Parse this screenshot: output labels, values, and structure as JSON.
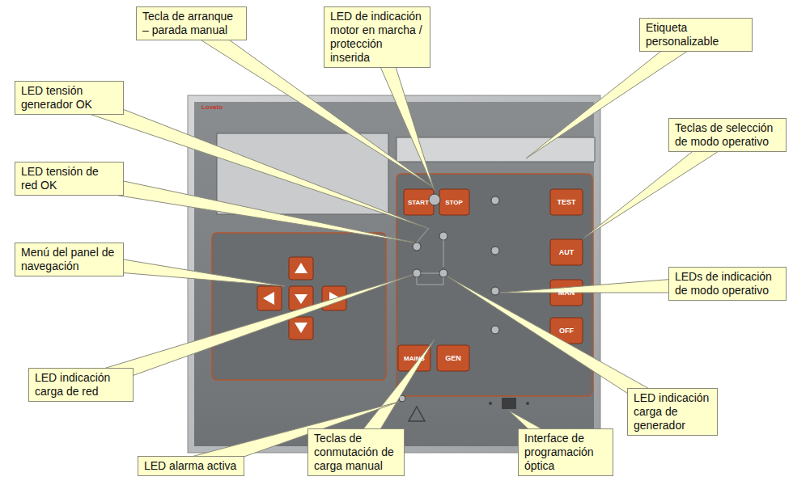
{
  "diagram": {
    "nodes": [
      {
        "text": [
          "Tecla de arranque – parada manual"
        ]
      },
      {
        "text": [
          "LED de indicación motor en marcha / protección inserida"
        ]
      },
      {
        "text": [
          "Etiqueta personalizable"
        ]
      },
      {
        "text": [
          "LED tensión generador OK"
        ]
      },
      {
        "text": [
          "Teclas de selección de modo operativo"
        ]
      },
      {
        "text": [
          "LED tensión de red OK"
        ]
      },
      {
        "text": [
          "Menú del panel de navegación"
        ]
      },
      {
        "text": [
          "LEDs de indicación de modo operativo"
        ]
      },
      {
        "text": [
          "LED indicación carga de red"
        ]
      },
      {
        "text": [
          "LED indicación carga de generador"
        ]
      },
      {
        "text": [
          "Teclas de conmutación de carga manual"
        ]
      },
      {
        "text": [
          "Interface de programación óptica"
        ]
      },
      {
        "text": [
          "LED alarma activa"
        ]
      }
    ],
    "labels": [
      "Lovato",
      "START",
      "STOP",
      "TEST",
      "AUT",
      "MAN",
      "OFF",
      "MAINS",
      "GEN"
    ]
  }
}
